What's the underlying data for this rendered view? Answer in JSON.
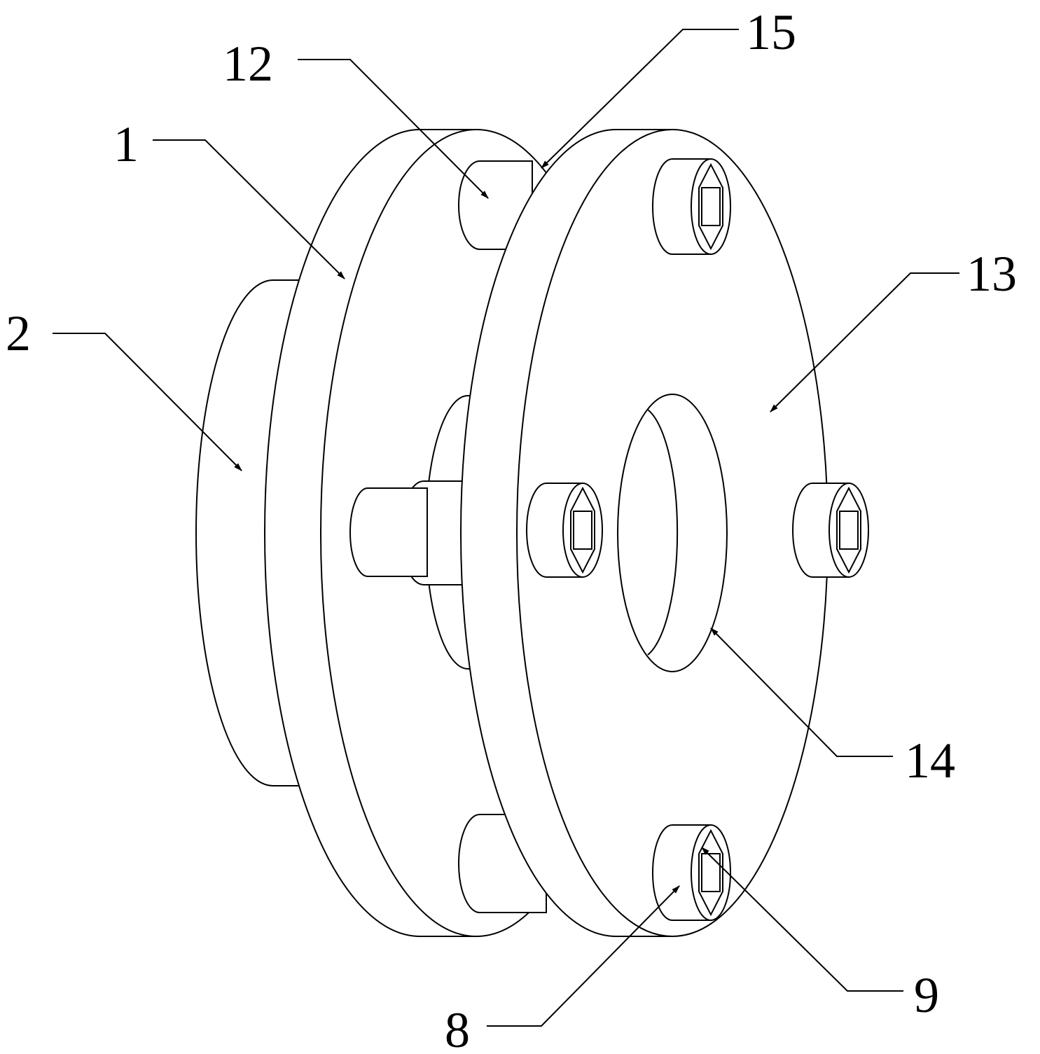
{
  "figure": {
    "labels": {
      "part_1": "1",
      "part_2": "2",
      "part_8": "8",
      "part_9": "9",
      "part_12": "12",
      "part_13": "13",
      "part_14": "14",
      "part_15": "15"
    }
  }
}
